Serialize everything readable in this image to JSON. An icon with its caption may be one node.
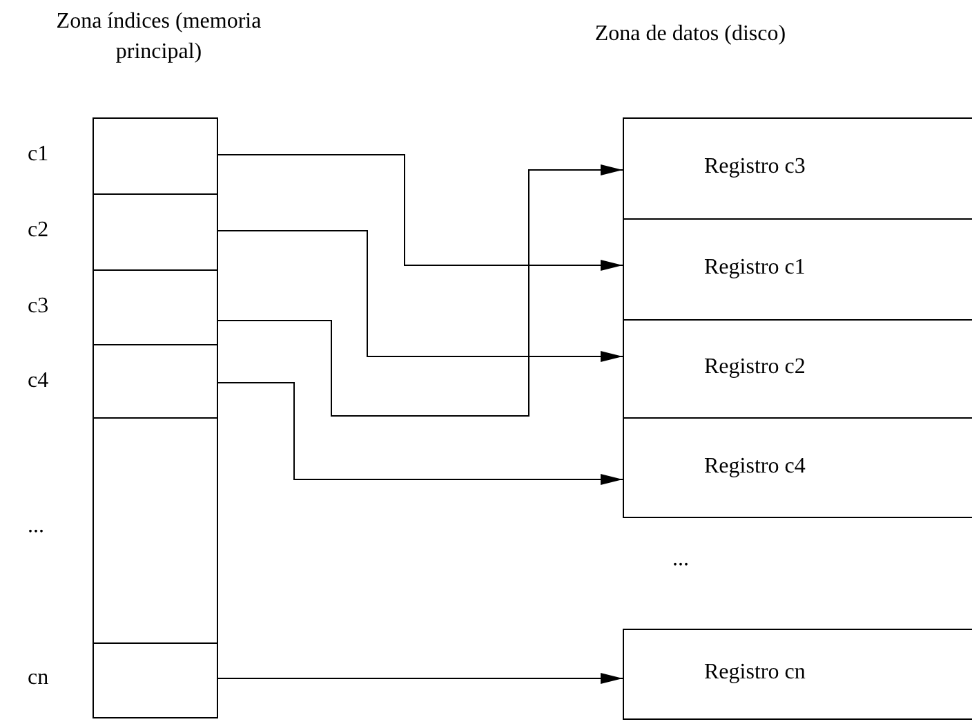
{
  "diagram": {
    "nodes": [
      {
        "text": [
          "Zona índices (memoria principal)"
        ]
      },
      {
        "text": [],
        "shape": "box",
        "in": 0,
        "beside": [
          "c1"
        ]
      },
      {
        "text": [],
        "shape": "box",
        "in": 0,
        "beside": [
          "c2"
        ]
      },
      {
        "text": [],
        "shape": "box",
        "in": 0,
        "beside": [
          "c3"
        ]
      },
      {
        "text": [],
        "shape": "box",
        "in": 0,
        "beside": [
          "c4"
        ]
      },
      {
        "text": [],
        "shape": "box",
        "in": 0,
        "beside": [
          "..."
        ]
      },
      {
        "text": [],
        "shape": "box",
        "in": 0,
        "beside": [
          "cn"
        ]
      },
      {
        "text": [
          "Registro c3"
        ]
      },
      {
        "text": [
          "Registro c1"
        ]
      },
      {
        "text": [
          "Registro c2"
        ]
      },
      {
        "text": [
          "Registro c4"
        ]
      },
      {
        "text": [
          "Registro cn"
        ]
      }
    ],
    "edges": [
      {
        "from": 1,
        "to": 8,
        "arrow": "to"
      },
      {
        "from": 2,
        "to": 9,
        "arrow": "to"
      },
      {
        "from": 3,
        "to": 7,
        "arrow": "to"
      },
      {
        "from": 4,
        "to": 10,
        "arrow": "to"
      },
      {
        "from": 6,
        "to": 11,
        "arrow": "to"
      }
    ],
    "labels": [
      "Zona de datos (disco)",
      "..."
    ]
  }
}
